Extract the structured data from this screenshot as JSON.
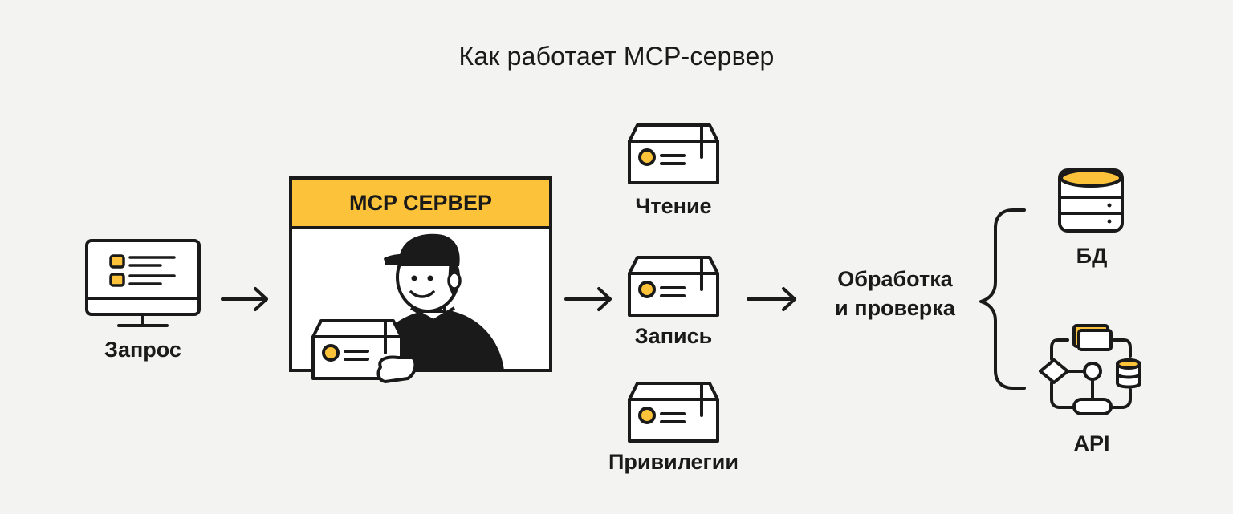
{
  "title": "Как работает MCP-сервер",
  "request": {
    "label": "Запрос",
    "icon": "monitor-icon"
  },
  "server": {
    "label": "MCP СЕРВЕР",
    "icon": "courier-icon"
  },
  "operations": [
    {
      "label": "Чтение",
      "icon": "box-icon"
    },
    {
      "label": "Запись",
      "icon": "box-icon"
    },
    {
      "label": "Привилегии",
      "icon": "box-icon"
    }
  ],
  "processing": {
    "line1": "Обработка",
    "line2": "и проверка"
  },
  "targets": [
    {
      "label": "БД",
      "icon": "database-icon"
    },
    {
      "label": "API",
      "icon": "api-flow-icon"
    }
  ],
  "colors": {
    "accent": "#fcc33a",
    "ink": "#1a1a1a",
    "background": "#f3f3f1",
    "paper": "#ffffff"
  }
}
